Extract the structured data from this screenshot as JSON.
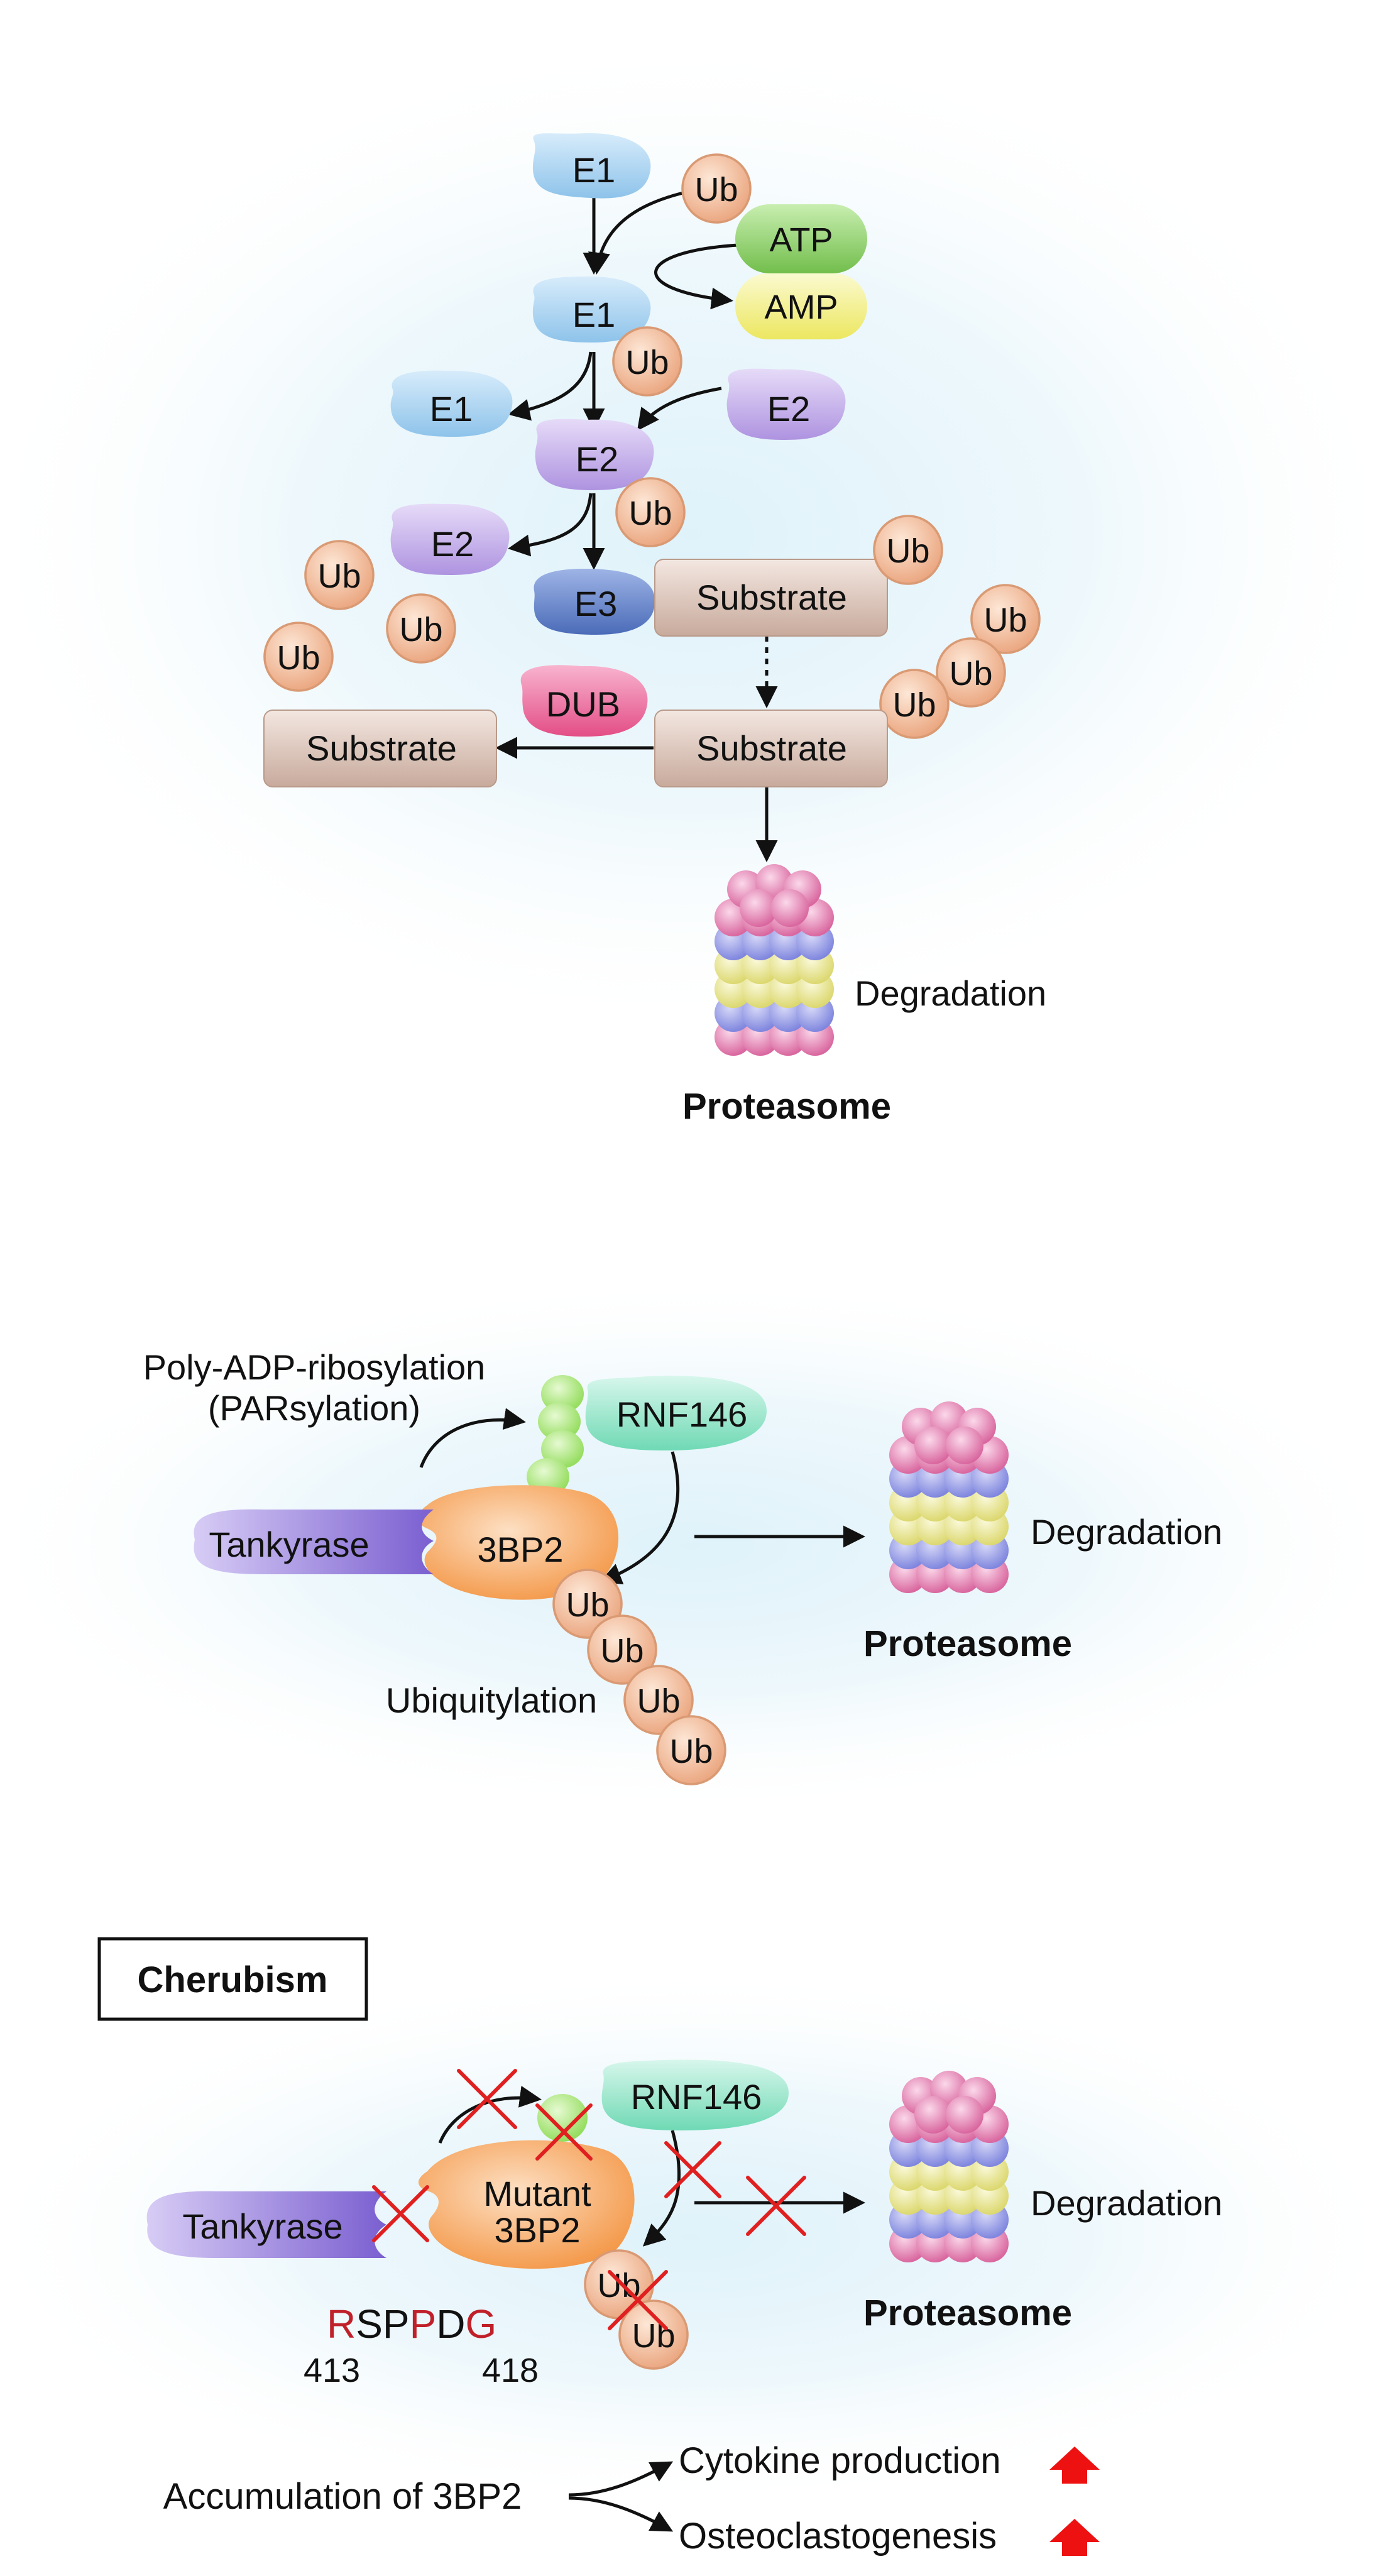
{
  "panel1": {
    "e1_top": "E1",
    "ub_1": "Ub",
    "atp": "ATP",
    "amp": "AMP",
    "e1_mid": "E1",
    "ub_e1": "Ub",
    "e1_left": "E1",
    "e2_right": "E2",
    "e2_mid": "E2",
    "ub_e2": "Ub",
    "e2_left": "E2",
    "e3": "E3",
    "substrate_top": "Substrate",
    "ub_substrate_top": "Ub",
    "ub_free_1": "Ub",
    "ub_free_2": "Ub",
    "ub_free_3": "Ub",
    "ub_chain_1": "Ub",
    "ub_chain_2": "Ub",
    "ub_chain_3": "Ub",
    "dub": "DUB",
    "substrate_left": "Substrate",
    "substrate_mid": "Substrate",
    "degradation": "Degradation",
    "proteasome": "Proteasome"
  },
  "panel2": {
    "parsylation_line1": "Poly-ADP-ribosylation",
    "parsylation_line2": "(PARsylation)",
    "rnf146": "RNF146",
    "tankyrase": "Tankyrase",
    "protein": "3BP2",
    "ub_1": "Ub",
    "ub_2": "Ub",
    "ub_3": "Ub",
    "ub_4": "Ub",
    "ubiquitylation": "Ubiquitylation",
    "degradation": "Degradation",
    "proteasome": "Proteasome"
  },
  "panel3": {
    "title": "Cherubism",
    "rnf146": "RNF146",
    "tankyrase": "Tankyrase",
    "mutant_line1": "Mutant",
    "mutant_line2": "3BP2",
    "ub_1": "Ub",
    "ub_2": "Ub",
    "seq_r": "R",
    "seq_sp": "SP",
    "seq_p": "P",
    "seq_d": "D",
    "seq_g": "G",
    "pos_start": "413",
    "pos_end": "418",
    "degradation": "Degradation",
    "proteasome": "Proteasome",
    "accumulation": "Accumulation of 3BP2",
    "cytokine": "Cytokine production",
    "osteoclast": "Osteoclastogenesis"
  },
  "colors": {
    "e1": "#a9d3f0",
    "e2": "#c6b1ea",
    "e3": "#5f81c6",
    "ub": "#f2c09f",
    "atp": "#8fd070",
    "amp": "#f3f08a",
    "substrate": "#d9c2b6",
    "dub": "#ee6a9c",
    "rnf146": "#8fe6c8",
    "tankyrase": "#9a84dd",
    "protein_3bp2": "#f6a55a",
    "par": "#b9ec8e",
    "proteasome_pink": "#e692c2",
    "proteasome_blue": "#9ba0e8",
    "proteasome_yellow": "#ecea9e",
    "cross": "#e02020",
    "mutation": "#c0202a",
    "up_arrow": "#ee1111"
  }
}
